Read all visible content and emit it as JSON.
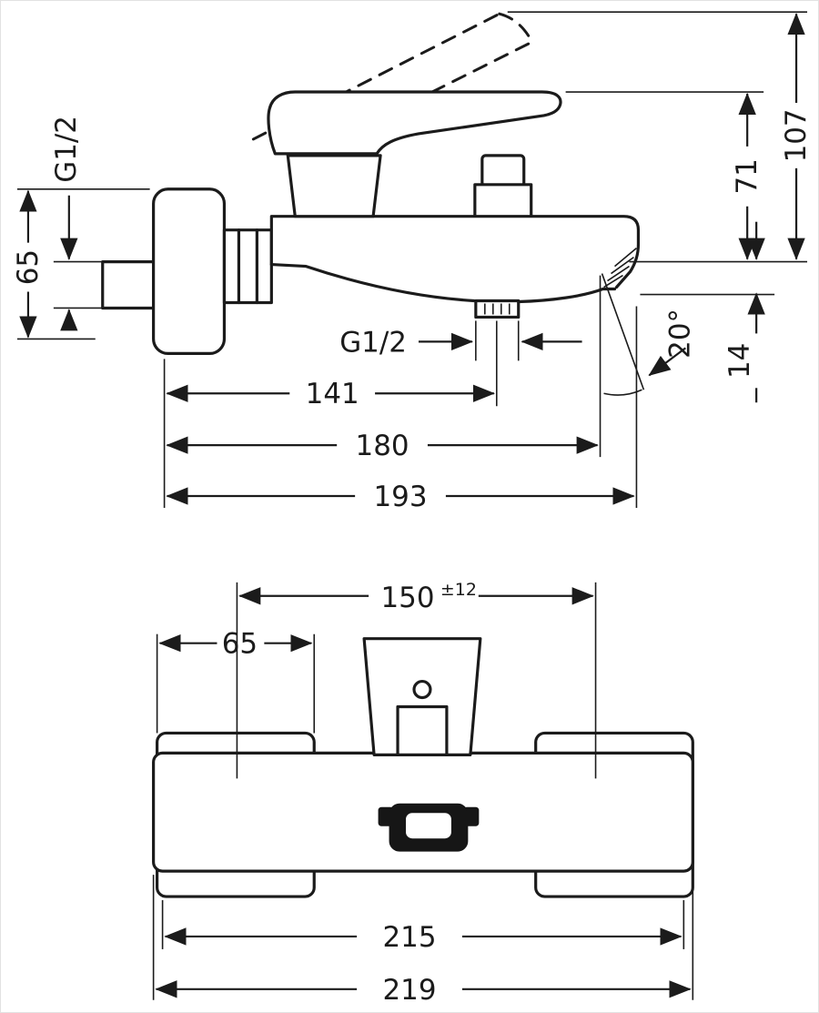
{
  "colors": {
    "line": "#1b1b1b",
    "background": "#ffffff"
  },
  "dims": {
    "side": {
      "g12_wall": "G1/2",
      "h65": "65",
      "h71": "71",
      "h107": "107",
      "g12_spout": "G1/2",
      "angle": "20°",
      "d14": "14",
      "d141": "141",
      "d180": "180",
      "d193": "193"
    },
    "front": {
      "d150": "150",
      "d150_tol": "±12",
      "w65": "65",
      "d215": "215",
      "d219": "219"
    }
  }
}
